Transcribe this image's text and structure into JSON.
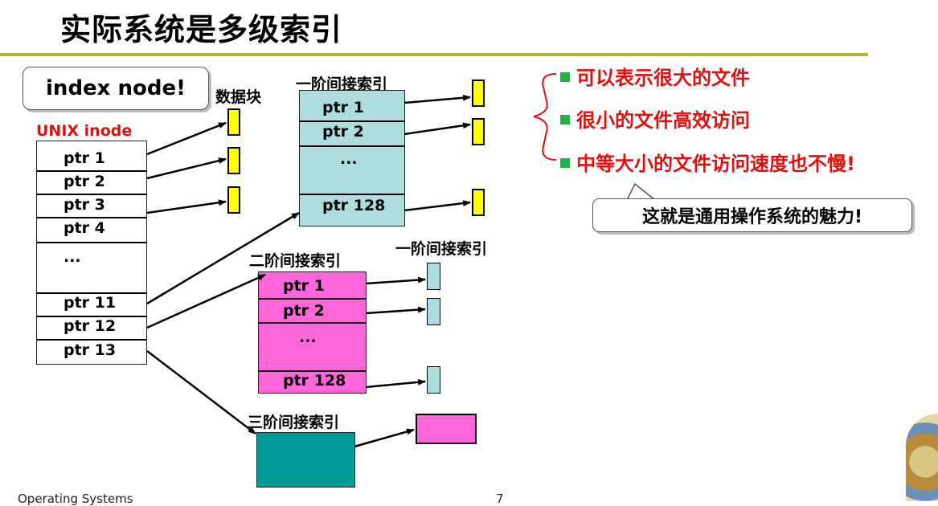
{
  "title": "实际系统是多级索引",
  "callout": "index node!",
  "inode": {
    "label": "UNIX inode",
    "ptrs": [
      "ptr 1",
      "ptr 2",
      "ptr 3",
      "ptr 4",
      "...",
      "ptr 11",
      "ptr 12",
      "ptr 13"
    ]
  },
  "data_blocks_label": "数据块",
  "level1": {
    "label": "一阶间接索引",
    "ptrs": [
      "ptr 1",
      "ptr 2",
      "...",
      "ptr 128"
    ]
  },
  "level2": {
    "label": "二阶间接索引",
    "ptrs": [
      "ptr 1",
      "ptr 2",
      "...",
      "ptr 128"
    ],
    "sub_label": "一阶间接索引"
  },
  "level3": {
    "label": "三阶间接索引"
  },
  "benefits": [
    "可以表示很大的文件",
    "很小的文件高效访问",
    "中等大小的文件访问速度也不慢!"
  ],
  "message": "这就是通用操作系统的魅力!",
  "footer": "Operating Systems",
  "page_number": "7",
  "colors": {
    "rule": "#b5b43a",
    "emphasis": "#e01010",
    "bullet": "#22b14c",
    "data_block": "#ffff00",
    "level1_box": "#aedde0",
    "level2_box": "#ff66d9",
    "level3_box": "#009a96",
    "level3_target": "#ff66d9"
  }
}
